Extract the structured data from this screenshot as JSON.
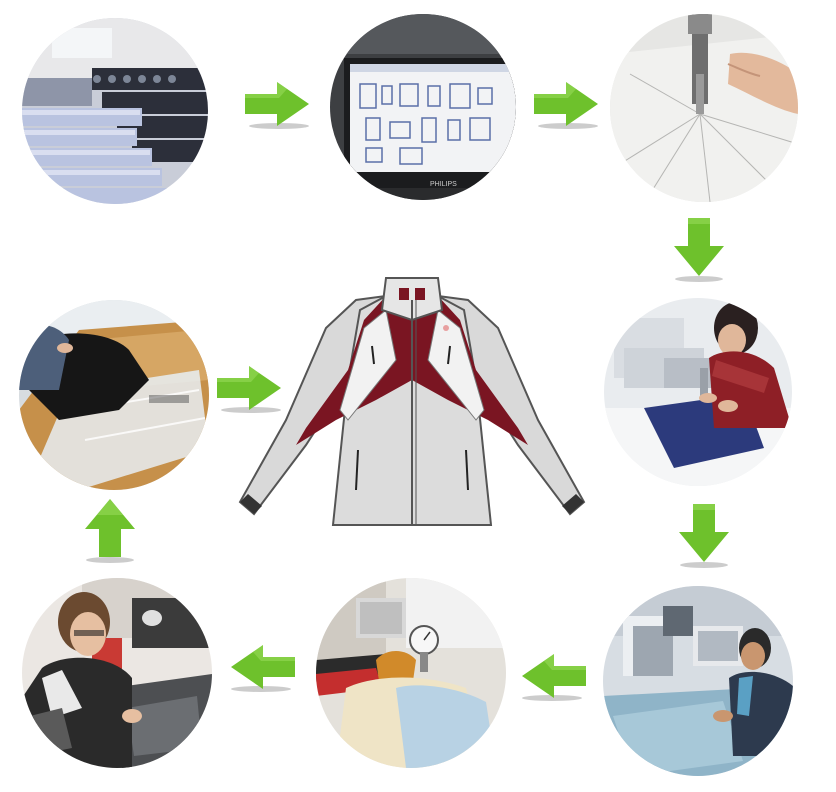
{
  "diagram": {
    "kind": "garment-production-cycle",
    "center": {
      "icon": "jacket-icon",
      "colors": {
        "body": "#dcdcdc",
        "panel": "#7a1522",
        "outline": "#555555",
        "cuff": "#333333"
      }
    },
    "steps": [
      {
        "id": "fabric-rolls",
        "icon": "fabric-rolls-photo"
      },
      {
        "id": "cad-pattern",
        "icon": "computer-pattern-design-photo",
        "screen_brand": "PHILIPS"
      },
      {
        "id": "fabric-cutting",
        "icon": "cutting-machine-photo"
      },
      {
        "id": "sewing-stage-1",
        "icon": "sewing-worker-photo"
      },
      {
        "id": "sewing-stage-2",
        "icon": "sewing-line-photo"
      },
      {
        "id": "pressing",
        "icon": "pressing-machine-photo"
      },
      {
        "id": "quality-inspection",
        "icon": "inspection-worker-photo"
      },
      {
        "id": "packaging",
        "icon": "packaging-table-photo"
      }
    ],
    "arrow_color": "#6ec12c",
    "arrow_shadow": "#cccccc"
  }
}
